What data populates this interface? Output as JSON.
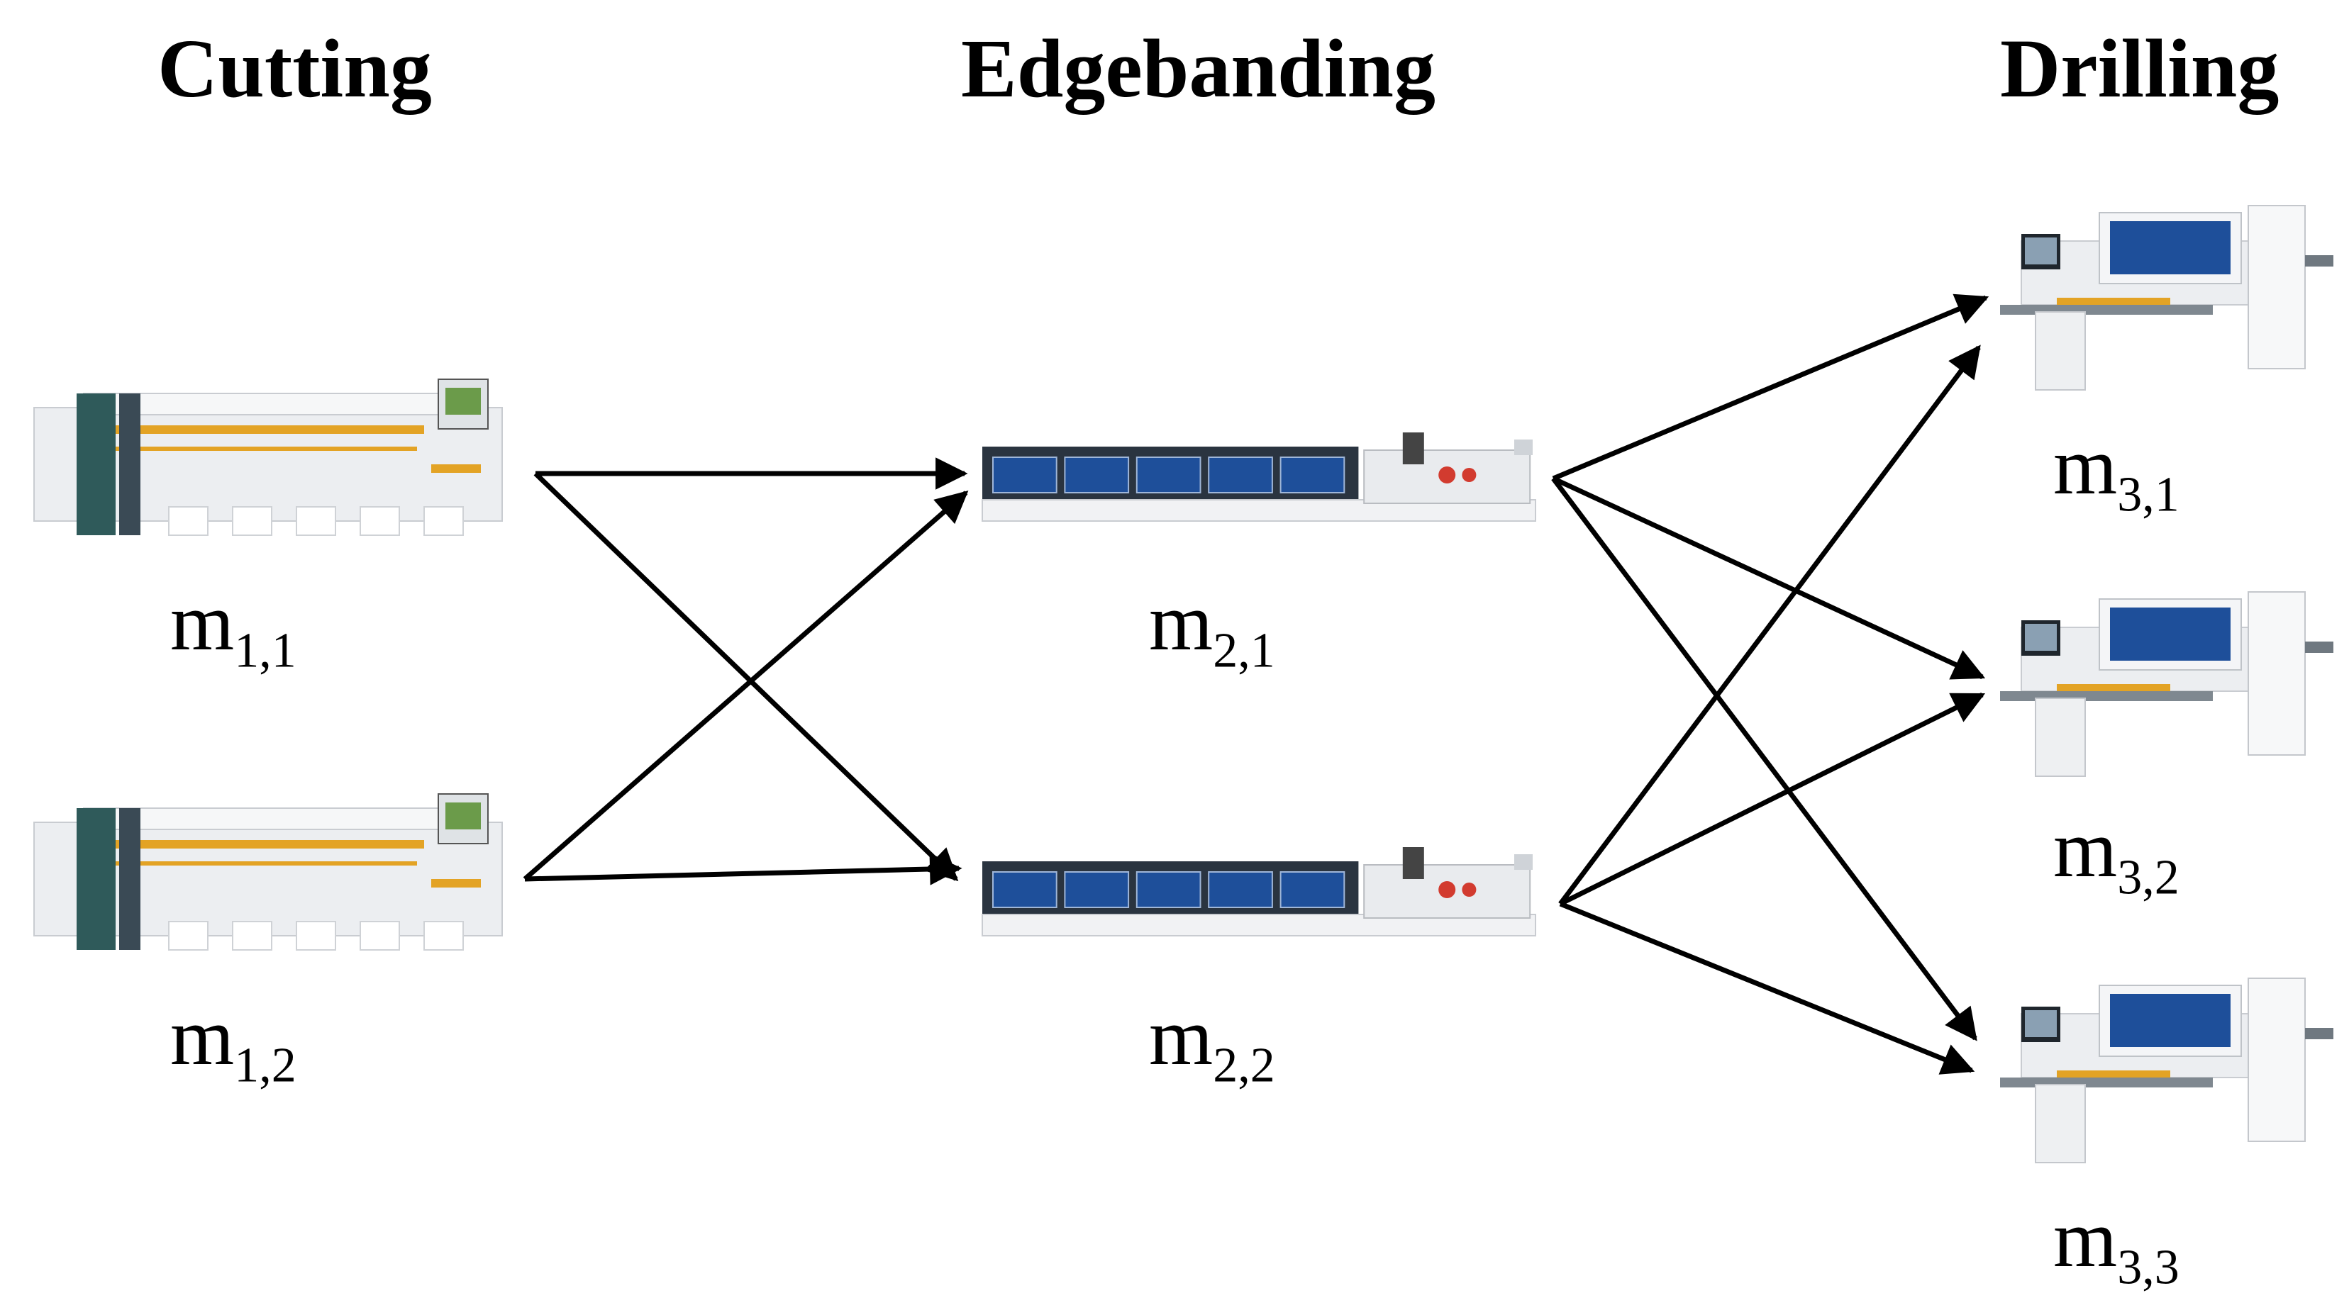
{
  "stages": [
    {
      "id": "cutting",
      "title": "Cutting",
      "machines": [
        {
          "base": "m",
          "sub": "1,1"
        },
        {
          "base": "m",
          "sub": "1,2"
        }
      ]
    },
    {
      "id": "edgebanding",
      "title": "Edgebanding",
      "machines": [
        {
          "base": "m",
          "sub": "2,1"
        },
        {
          "base": "m",
          "sub": "2,2"
        }
      ]
    },
    {
      "id": "drilling",
      "title": "Drilling",
      "machines": [
        {
          "base": "m",
          "sub": "3,1"
        },
        {
          "base": "m",
          "sub": "3,2"
        },
        {
          "base": "m",
          "sub": "3,3"
        }
      ]
    }
  ],
  "connections": [
    {
      "from": "1,1",
      "to": "2,1"
    },
    {
      "from": "1,1",
      "to": "2,2"
    },
    {
      "from": "1,2",
      "to": "2,1"
    },
    {
      "from": "1,2",
      "to": "2,2"
    },
    {
      "from": "2,1",
      "to": "3,1"
    },
    {
      "from": "2,1",
      "to": "3,2"
    },
    {
      "from": "2,1",
      "to": "3,3"
    },
    {
      "from": "2,2",
      "to": "3,1"
    },
    {
      "from": "2,2",
      "to": "3,2"
    },
    {
      "from": "2,2",
      "to": "3,3"
    }
  ],
  "colors": {
    "arrow": "#000000",
    "machine_body": "#eceef1",
    "machine_dark": "#3a4a55",
    "accent_orange": "#e3a325",
    "accent_blue": "#1e4f9a",
    "panel_teal": "#2f5a5a"
  }
}
